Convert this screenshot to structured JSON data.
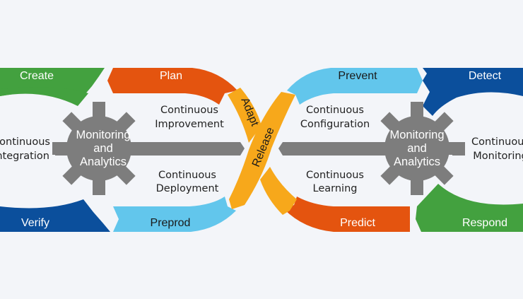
{
  "colors": {
    "background": "#f3f5f9",
    "green": "#43a13f",
    "orange": "#e4540f",
    "dark_blue": "#0b4f9c",
    "light_blue": "#62c6ec",
    "yellow": "#f7a81b",
    "gray": "#7d7d7d"
  },
  "left_loop": {
    "center_text": [
      "Continuous",
      "Integration"
    ],
    "segments": {
      "create": "Create",
      "plan": "Plan",
      "verify": "Verify",
      "preprod": "Preprod"
    },
    "gear": [
      "Monitoring",
      "and",
      "Analytics"
    ],
    "upper_text": [
      "Continuous",
      "Improvement"
    ],
    "lower_text": [
      "Continuous",
      "Deployment"
    ]
  },
  "center": {
    "adapt": "Adapt",
    "release": "Release"
  },
  "right_loop": {
    "center_text": [
      "Continuous",
      "Monitoring"
    ],
    "segments": {
      "prevent": "Prevent",
      "detect": "Detect",
      "predict": "Predict",
      "respond": "Respond"
    },
    "gear": [
      "Monitoring",
      "and",
      "Analytics"
    ],
    "upper_text": [
      "Continuous",
      "Configuration"
    ],
    "lower_text": [
      "Continuous",
      "Learning"
    ]
  }
}
